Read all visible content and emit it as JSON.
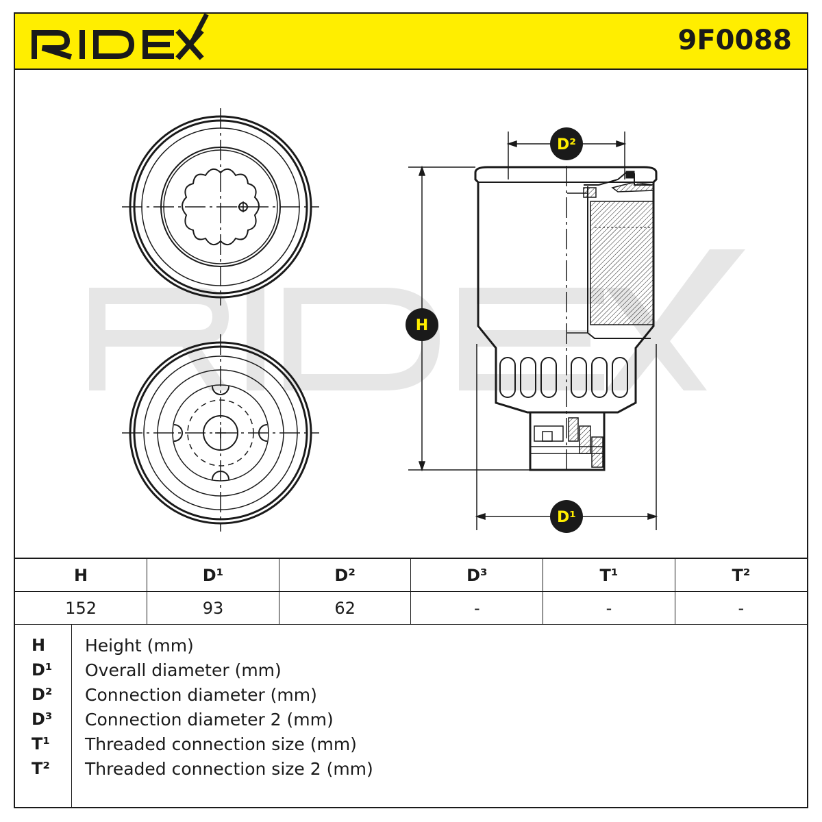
{
  "header": {
    "brand": "RIDEX",
    "part_number": "9F0088",
    "accent_color": "#ffee00"
  },
  "drawing": {
    "watermark": "RIDEX",
    "labels": {
      "height": "H",
      "overall_diameter": "D¹",
      "connection_diameter": "D²"
    }
  },
  "dimensions_table": {
    "headers": [
      "H",
      "D¹",
      "D²",
      "D³",
      "T¹",
      "T²"
    ],
    "values": [
      "152",
      "93",
      "62",
      "-",
      "-",
      "-"
    ]
  },
  "legend": [
    {
      "key": "H",
      "description": "Height (mm)"
    },
    {
      "key": "D¹",
      "description": "Overall diameter (mm)"
    },
    {
      "key": "D²",
      "description": "Connection diameter (mm)"
    },
    {
      "key": "D³",
      "description": "Connection diameter 2 (mm)"
    },
    {
      "key": "T¹",
      "description": "Threaded connection size (mm)"
    },
    {
      "key": "T²",
      "description": "Threaded connection size 2 (mm)"
    }
  ]
}
